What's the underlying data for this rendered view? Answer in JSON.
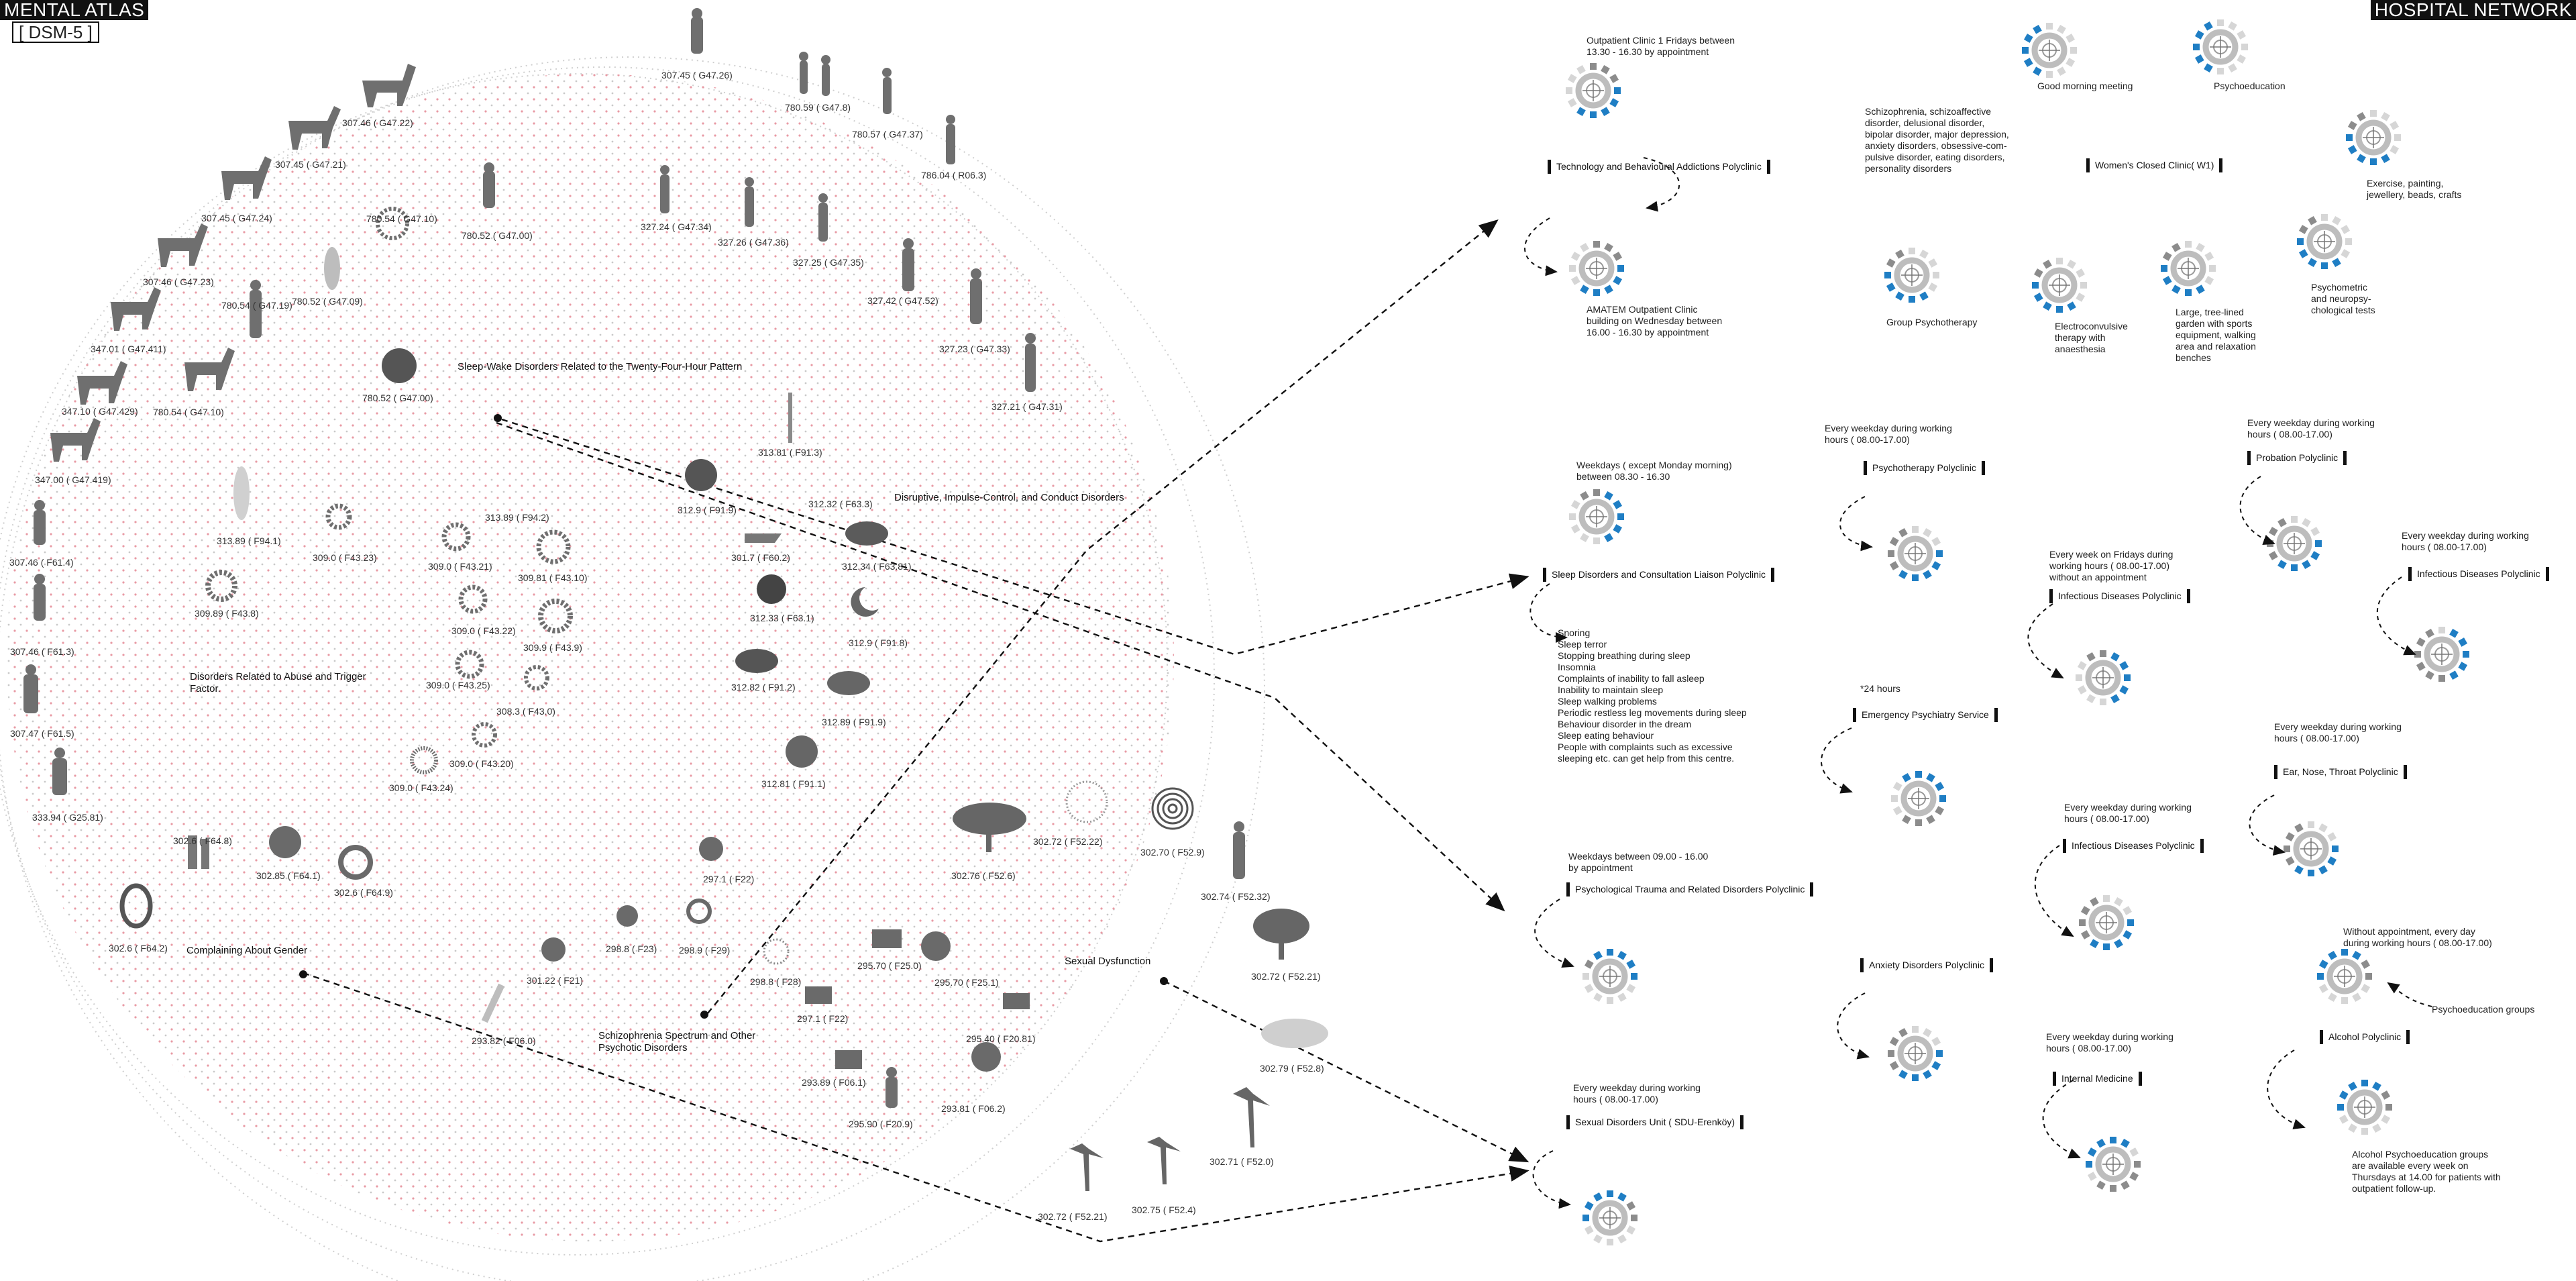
{
  "header": {
    "left_title": "MENTAL ATLAS",
    "left_subtitle": "[ DSM-5 ]",
    "right_title": "HOSPITAL NETWORK"
  },
  "categories": {
    "sleep_wake": "Sleep-Wake Disorders Related to the Twenty-Four-Hour Pattern",
    "disruptive": "Disruptive, Impulse-Control, and Conduct Disorders",
    "abuse": "Disorders Related to Abuse and Trigger Factor.",
    "gender": "Complaining About Gender",
    "schizophrenia": "Schizophrenia Spectrum and Other Psychotic Disorders",
    "sexual": "Sexual Dysfunction"
  },
  "codes": {
    "c1": "307.45 ( G47.26)",
    "c2": "780.59 ( G47.8)",
    "c3": "780.57 ( G47.37)",
    "c4": "786.04 ( R06.3)",
    "c5": "307.46 ( G47.22)",
    "c6": "307.45 ( G47.21)",
    "c7": "780.52 ( G47.00)",
    "c8": "327.24 ( G47.34)",
    "c9": "327.26 ( G47.36)",
    "c10": "327.25 ( G47.35)",
    "c11": "307.45 ( G47.24)",
    "c12": "780.54 ( G47.10)",
    "c13": "307.46 ( G47.23)",
    "c14": "780.52 ( G47.09)",
    "c15": "327.42 ( G47.52)",
    "c16": "327.23 ( G47.33)",
    "c17": "347.01 ( G47.411)",
    "c18": "780.54 ( G47.19)",
    "c19": "327.21 ( G47.31)",
    "c20": "347.10 ( G47.429)",
    "c21": "780.54 ( G47.10)",
    "c22": "780.52 ( G47.00)",
    "c23": "313.81 ( F91.3)",
    "c24": "347.00 ( G47.419)",
    "c25": "312.32 ( F63.3)",
    "c26": "313.89 ( F94.1)",
    "c27": "312.9 ( F91.9)",
    "c28": "313.89 ( F94.2)",
    "c29": "309.0 ( F43.23)",
    "c30": "312.34 ( F63.81)",
    "c31": "307.46 ( F61.4)",
    "c32": "309.0 ( F43.21)",
    "c33": "309.81 ( F43.10)",
    "c34": "301.7 ( F60.2)",
    "c35": "309.89 ( F43.8)",
    "c36": "312.33 ( F63.1)",
    "c37": "312.9 ( F91.8)",
    "c38": "309.0 ( F43.22)",
    "c39": "309.9 ( F43.9)",
    "c40": "307.46 ( F61.3)",
    "c41": "312.82 ( F91.2)",
    "c42": "309.0 ( F43.25)",
    "c43": "308.3 ( F43.0)",
    "c44": "312.89 ( F91.9)",
    "c45": "307.47 ( F61.5)",
    "c46": "309.0 ( F43.20)",
    "c47": "312.81 ( F91.1)",
    "c48": "309.0 ( F43.24)",
    "c49": "333.94 ( G25.81)",
    "c50": "302.72 ( F52.22)",
    "c51": "302.70 ( F52.9)",
    "c52": "302.6 ( F64.8)",
    "c53": "302.85 ( F64.1)",
    "c54": "302.6 ( F64.9)",
    "c55": "302.76 ( F52.6)",
    "c56": "302.74 ( F52.32)",
    "c57": "297.1 ( F22)",
    "c58": "302.6 ( F64.2)",
    "c59": "298.8 ( F23)",
    "c60": "298.9 ( F29)",
    "c61": "302.72 ( F52.21)",
    "c62": "301.22 ( F21)",
    "c63": "298.8 ( F28)",
    "c64": "295.70 ( F25.0)",
    "c65": "295.70 ( F25.1)",
    "c66": "297.1 ( F22)",
    "c67": "295.40 ( F20.81)",
    "c68": "293.82 ( F06.0)",
    "c69": "293.89 ( F06.1)",
    "c70": "302.79 ( F52.8)",
    "c71": "295.90 ( F20.9)",
    "c72": "293.81 ( F06.2)",
    "c73": "302.71 ( F52.0)",
    "c74": "302.72 ( F52.21)",
    "c75": "302.75 ( F52.4)"
  },
  "units": {
    "tech": "Technology and\nBehavioural\nAddictions\nPolyclinic",
    "sleep": "Sleep Disorders and\nConsultation Liaison\nPolyclinic",
    "trauma": "Psychological Trauma\nand Related Disorders\nPolyclinic",
    "sexual": "Sexual Disorders Unit\n( SDU-Erenköy)",
    "womens": "Women's Closed\nClinic( W1)",
    "psychotherapy": "Psychotherapy\nPolyclinic",
    "probation": "Probation\nPolyclinic",
    "infectious1": "Infectious\nDiseases Polyclinic",
    "infectious2": "Infectious\nDiseases Polyclinic",
    "emergency": "Emergency\nPsychiatry Service",
    "ent": "Ear, Nose, Throat\nPolyclinic",
    "infectious3": "Infectious\nDiseases Polyclinic",
    "anxiety": "Anxiety Disorders\nPolyclinic",
    "alcohol": "Alcohol\nPolyclinic",
    "internal": "Internal Medicine"
  },
  "notes": {
    "outpatient": "Outpatient Clinic 1 Fridays between\n13.30 - 16.30 by appointment",
    "amatem": "AMATEM Outpatient Clinic\nbuilding on Wednesday between\n16.00 - 16.30 by appointment",
    "weekdays_sleep": "Weekdays ( except Monday morning)\nbetween 08.30 - 16.30",
    "weekdays_trauma": "Weekdays between 09.00 - 16.00\nby appointment",
    "sexual_hours": "Every weekday during working\nhours ( 08.00-17.00)",
    "psychotherapy_hours": "Every weekday during working\nhours ( 08.00-17.00)",
    "probation_hours": "Every weekday during working\nhours ( 08.00-17.00)",
    "infectious1_hours": "Every week on Fridays during\nworking hours ( 08.00-17.00)\nwithout an appointment",
    "infectious2_hours": "Every weekday during working\nhours ( 08.00-17.00)",
    "emergency_hours": "*24 hours",
    "ent_hours": "Every weekday during working\nhours ( 08.00-17.00)",
    "infectious3_hours": "Every weekday during working\nhours ( 08.00-17.00)",
    "alcohol_hours": "Without appointment, every day\nduring working hours ( 08.00-17.00)",
    "internal_hours": "Every weekday during working\nhours ( 08.00-17.00)",
    "alcohol_groups": "Alcohol Psychoeducation groups\nare available every week on\nThursdays at 14.00 for patients with\noutpatient follow-up.",
    "psychoeducation_groups": "Psychoeducation groups",
    "disorders_list": "Schizophrenia, schizoaffective\ndisorder, delusional disorder,\nbipolar disorder, major depression,\nanxiety disorders, obsessive-com-\npulsive disorder, eating disorders,\npersonality disorders",
    "good_morning": "Good morning meeting",
    "psychoeducation": "Psychoeducation",
    "exercise": "Exercise, painting,\njewellery, beads, crafts",
    "group_therapy": "Group Psychotherapy",
    "ect": "Electroconvulsive\ntherapy with\nanaesthesia",
    "garden": "Large, tree-lined\ngarden with sports\nequipment, walking\narea and relaxation\nbenches",
    "psychometric": "Psychometric\nand neuropsy-\nchological tests"
  },
  "sleep_symptoms": [
    "Snoring",
    "Sleep terror",
    "Stopping breathing during sleep",
    "Insomnia",
    "Complaints of inability to fall asleep",
    "Inability to maintain sleep",
    "Sleep walking problems",
    "Periodic restless leg movements during sleep",
    "Behaviour disorder in the dream",
    "Sleep eating behaviour",
    "People with complaints such as excessive",
    "sleeping etc. can get help from this centre."
  ],
  "colors": {
    "accent_blue": "#1f7ec4",
    "dot_pink": "#e8a0a8",
    "ring_grey": "#bdbdbd",
    "ink": "#111111"
  },
  "icons": [
    "silhouette-person-icon",
    "deer-icon",
    "mandala-icon",
    "cloud-rain-icon",
    "lightning-icon",
    "moon-icon",
    "thermometer-icon",
    "tree-icon",
    "palm-tree-icon",
    "knife-icon",
    "spiral-icon",
    "mirror-icon",
    "recycle-icon",
    "clock-dial-icon"
  ]
}
